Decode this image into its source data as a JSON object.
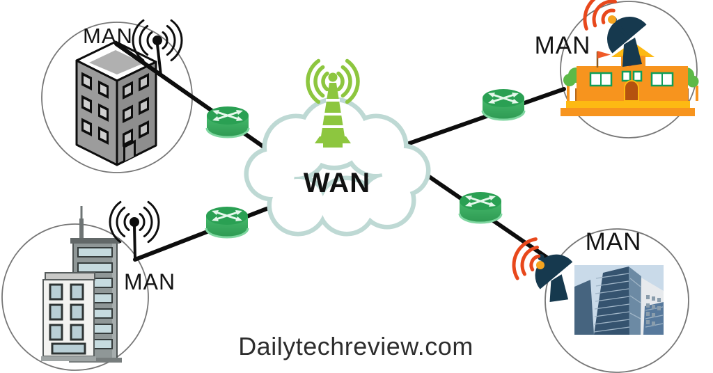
{
  "center": {
    "label": "WAN",
    "icon": "radio-tower-icon",
    "shape": "cloud"
  },
  "nodes": [
    {
      "id": "man-top-left",
      "label": "MAN",
      "building_icon": "office-building-icon",
      "link_icon": "radio-antenna-icon"
    },
    {
      "id": "man-top-right",
      "label": "MAN",
      "building_icon": "school-building-icon",
      "link_icon": "satellite-dish-icon"
    },
    {
      "id": "man-bottom-left",
      "label": "MAN",
      "building_icon": "city-buildings-icon",
      "link_icon": "radio-antenna-icon"
    },
    {
      "id": "man-bottom-right",
      "label": "MAN",
      "building_icon": "skyscraper-photo-icon",
      "link_icon": "satellite-dish-icon"
    }
  ],
  "links": [
    {
      "from": "man-top-left",
      "to": "wan",
      "via": "router-icon"
    },
    {
      "from": "man-top-right",
      "to": "wan",
      "via": "router-icon"
    },
    {
      "from": "man-bottom-left",
      "to": "wan",
      "via": "router-icon"
    },
    {
      "from": "man-bottom-right",
      "to": "wan",
      "via": "router-icon"
    }
  ],
  "watermark": {
    "text": "Dailytechreview.com"
  },
  "colors": {
    "router_green_top": "#2aa053",
    "router_green_body": "#3cb268",
    "tower_green": "#8dc63f",
    "cloud_outline": "#bed9d4",
    "signal_arc_orange": "#e8481c",
    "signal_dot_orange": "#f6a41f",
    "dish_navy": "#16394e",
    "school_orange": "#f7941e",
    "school_yellow": "#fdb913",
    "window_green": "#0f9d58",
    "line_black": "#0d0d0d",
    "circle_gray": "#777777"
  }
}
